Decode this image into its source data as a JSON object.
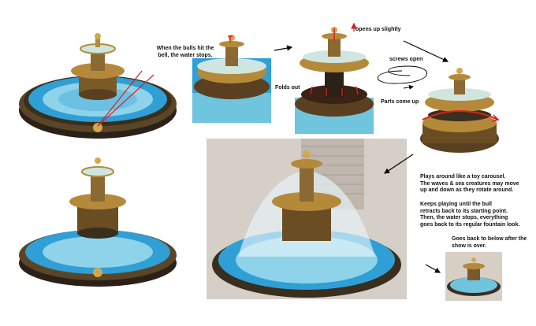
{
  "annotations": {
    "bulls_hit_bell": "When the bulls hit the\nbell, the water stops.",
    "opens_up": "opens up slightly",
    "screws_open": "screws open",
    "folds_out": "Folds out",
    "parts_come_up": "Parts come up",
    "carousel": "Plays around like a toy carousel.\nThe waves & sea creatures may move\nup and down as they rotate around.",
    "keeps_playing": "Keeps playing until the bull\nretracts back to its starting point.\nThen, the water stops, everything\ngoes back to its regular fountain look.",
    "goes_back": "Goes back to below after the\nshow is over."
  },
  "colors": {
    "water": "#2f9fd6",
    "water_light": "#8fd3ea",
    "gold": "#b48a3a",
    "dark_rim": "#2a2218",
    "arrow_red": "#d8201e",
    "arrow_black": "#000000"
  }
}
